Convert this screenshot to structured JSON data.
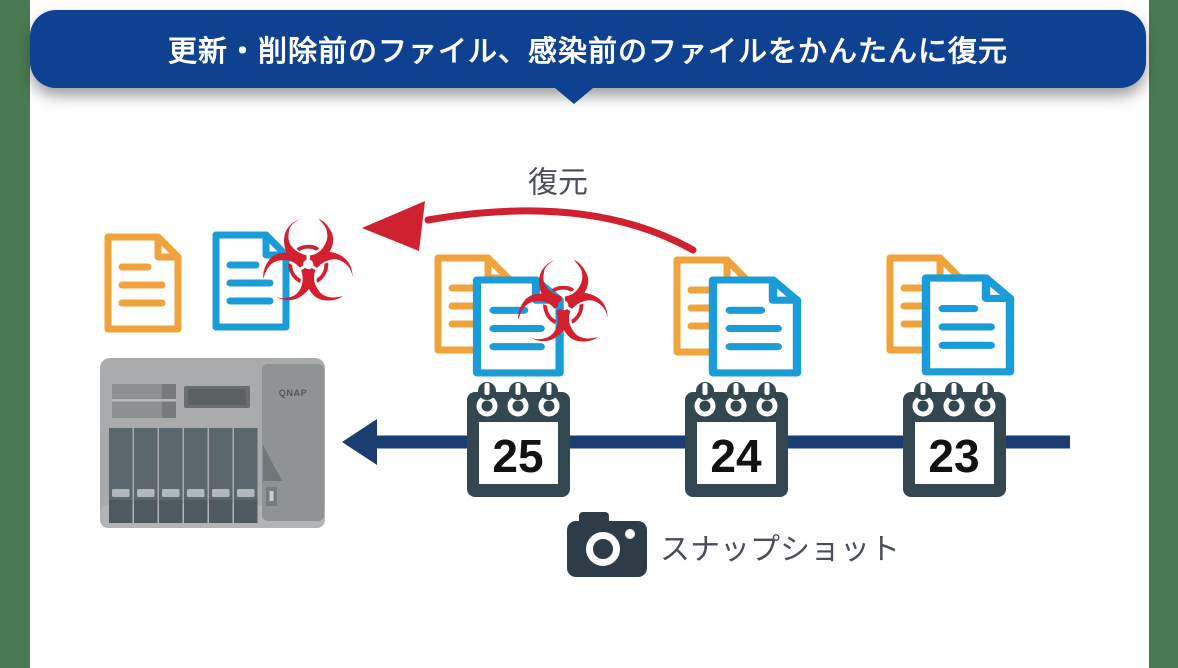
{
  "banner": {
    "title": "更新・削除前のファイル、感染前のファイルをかんたんに復元"
  },
  "diagram": {
    "restore_label": "復元",
    "snapshot_label": "スナップショット",
    "nas_brand": "QNAP",
    "biohazard_glyph": "☣",
    "calendars": [
      {
        "day": "25",
        "files_infected": true
      },
      {
        "day": "24",
        "files_infected": false
      },
      {
        "day": "23",
        "files_infected": false
      }
    ]
  },
  "colors": {
    "banner_blue": "#0e418f",
    "page_background_green": "#497a52",
    "card_white": "#ffffff",
    "timeline_navy": "#1c3d72",
    "restore_red": "#cf2130",
    "document_orange": "#f0a33a",
    "document_blue": "#1a9cd8",
    "calendar_slate": "#334750",
    "camera_slate": "#2e3c47"
  }
}
